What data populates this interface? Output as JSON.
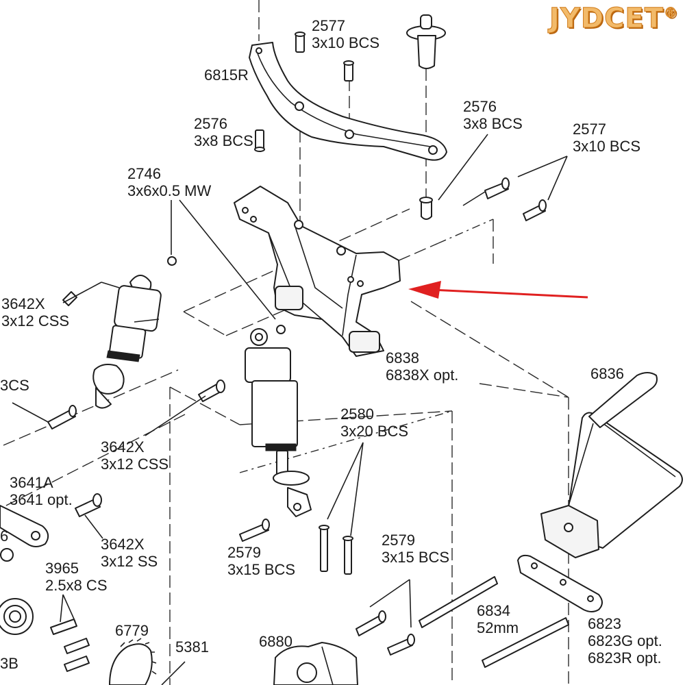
{
  "brand": {
    "text": "JYDCET",
    "mark": "®"
  },
  "colors": {
    "pointer_arrow": "#e02020",
    "brand_fill": "#f2ba6a",
    "brand_outline": "#d07a18",
    "line": "#1e1e1e"
  },
  "labels": {
    "p2577_top": {
      "num": "2577",
      "spec": "3x10 BCS"
    },
    "p6815R": {
      "num": "6815R"
    },
    "p2576_left": {
      "num": "2576",
      "spec": "3x8 BCS"
    },
    "p2576_right": {
      "num": "2576",
      "spec": "3x8 BCS"
    },
    "p2577_right": {
      "num": "2577",
      "spec": "3x10 BCS"
    },
    "p2746": {
      "num": "2746",
      "spec": "3x6x0.5 MW"
    },
    "p3642X_a": {
      "num": "3642X",
      "spec": "3x12 CSS"
    },
    "p_bcs_edge": {
      "spec": "3CS"
    },
    "p6838": {
      "num": "6838",
      "spec": "6838X opt."
    },
    "p6836": {
      "num": "6836"
    },
    "p2580": {
      "num": "2580",
      "spec": "3x20 BCS"
    },
    "p3642X_b": {
      "num": "3642X",
      "spec": "3x12 CSS"
    },
    "p3641A": {
      "num": "3641A",
      "spec": "3641 opt."
    },
    "p3642X_c": {
      "num": "3642X",
      "spec": "3x12 SS"
    },
    "p2579_a": {
      "num": "2579",
      "spec": "3x15 BCS"
    },
    "p2579_b": {
      "num": "2579",
      "spec": "3x15 BCS"
    },
    "p3965": {
      "num": "3965",
      "spec": "2.5x8 CS"
    },
    "p6779": {
      "num": "6779"
    },
    "p5381": {
      "num": "5381"
    },
    "p6880": {
      "num": "6880"
    },
    "p6834": {
      "num": "6834",
      "spec": "52mm"
    },
    "p6823": {
      "num": "6823",
      "spec": "6823G opt.",
      "spec2": "6823R opt."
    },
    "edge_3B": {
      "spec": "3B"
    },
    "edge_6": {
      "spec": "6"
    }
  }
}
